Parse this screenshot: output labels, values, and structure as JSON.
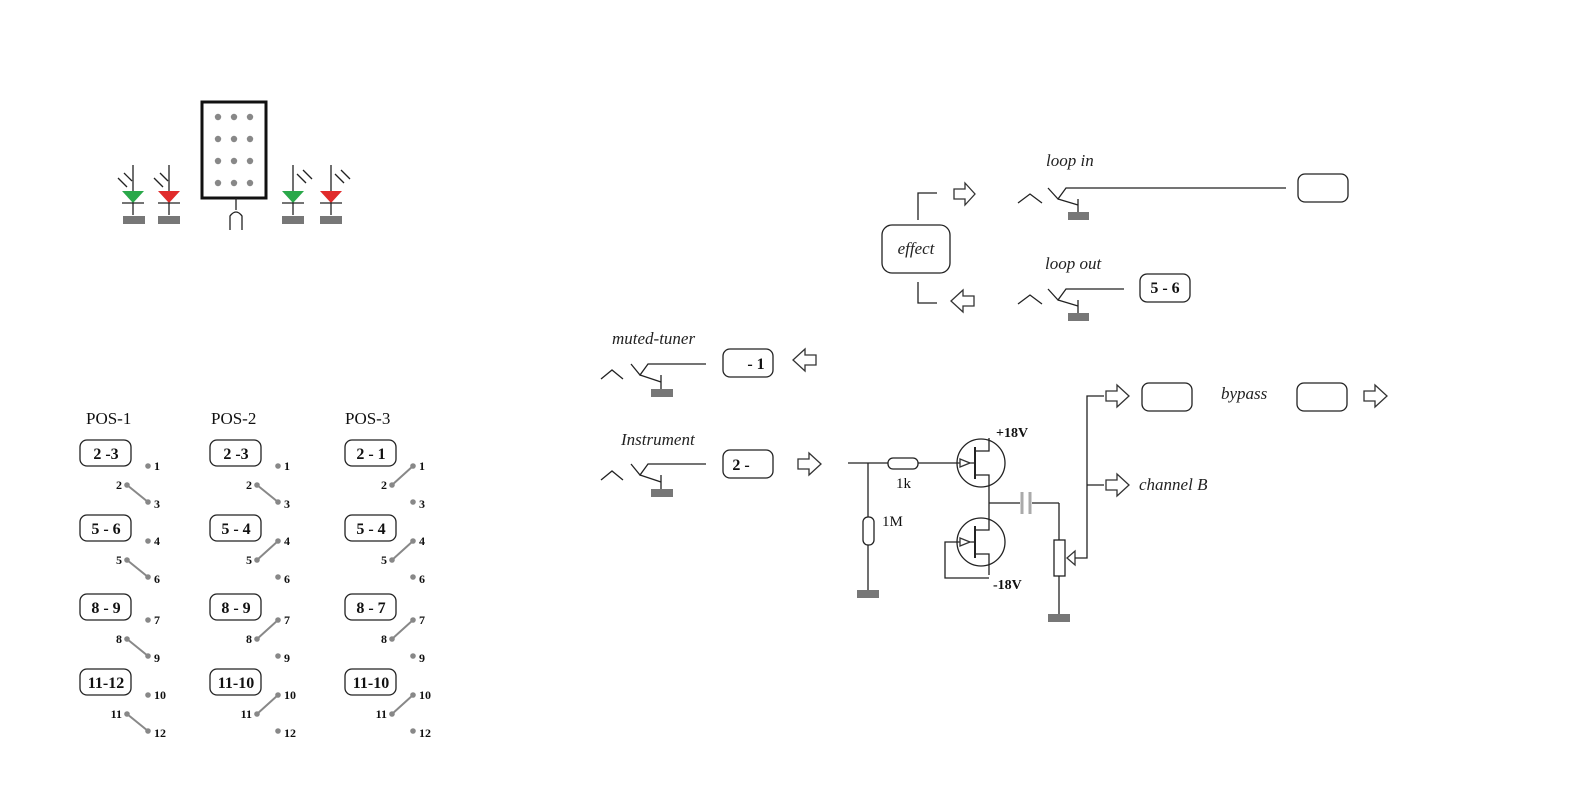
{
  "labels": {
    "loop_in": "loop in",
    "loop_out": "loop out",
    "effect": "effect",
    "muted_tuner": "muted-tuner",
    "instrument": "Instrument",
    "bypass": "bypass",
    "channel_b": "channel B",
    "plus18": "+18V",
    "minus18": "-18V",
    "r1k": "1k",
    "r1m": "1M"
  },
  "boxes": {
    "loop_in": "",
    "loop_out": "5 - 6",
    "muted_tuner": "- 1",
    "instrument": "2 -",
    "bypass_left": "",
    "bypass_right": ""
  },
  "positions": [
    {
      "title": "POS-1",
      "groups": [
        {
          "box": "2 -3",
          "pins": [
            "1",
            "2",
            "3"
          ]
        },
        {
          "box": "5 - 6",
          "pins": [
            "4",
            "5",
            "6"
          ]
        },
        {
          "box": "8 - 9",
          "pins": [
            "7",
            "8",
            "9"
          ]
        },
        {
          "box": "11-12",
          "pins": [
            "10",
            "11",
            "12"
          ]
        }
      ]
    },
    {
      "title": "POS-2",
      "groups": [
        {
          "box": "2 -3",
          "pins": [
            "1",
            "2",
            "3"
          ]
        },
        {
          "box": "5 - 4",
          "pins": [
            "4",
            "5",
            "6"
          ]
        },
        {
          "box": "8 - 9",
          "pins": [
            "7",
            "8",
            "9"
          ]
        },
        {
          "box": "11-10",
          "pins": [
            "10",
            "11",
            "12"
          ]
        }
      ]
    },
    {
      "title": "POS-3",
      "groups": [
        {
          "box": "2 - 1",
          "pins": [
            "1",
            "2",
            "3"
          ]
        },
        {
          "box": "5 - 4",
          "pins": [
            "4",
            "5",
            "6"
          ]
        },
        {
          "box": "8 - 7",
          "pins": [
            "7",
            "8",
            "9"
          ]
        },
        {
          "box": "11-10",
          "pins": [
            "10",
            "11",
            "12"
          ]
        }
      ]
    }
  ],
  "colors": {
    "led_green": "#2aa84a",
    "led_red": "#e02b2b",
    "ground": "#777777",
    "pin_dot": "#888888"
  },
  "icons": [
    "led-icon",
    "switch-connector-icon",
    "jack-icon",
    "ground-icon",
    "arrow-right-icon",
    "arrow-left-icon",
    "transistor-icon",
    "resistor-icon",
    "capacitor-icon",
    "potentiometer-icon"
  ]
}
